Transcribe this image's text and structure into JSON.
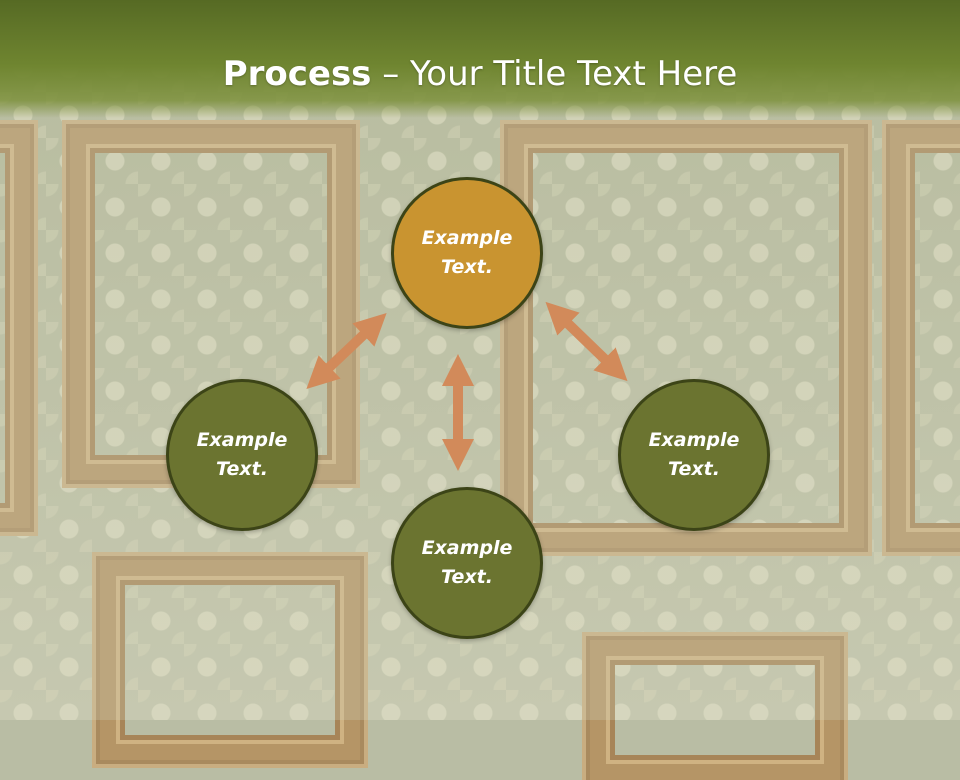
{
  "slide": {
    "title_bold": "Process",
    "title_rest": " – Your Title Text Here",
    "colors": {
      "header": "#6f8530",
      "accent_circle": "#c99430",
      "circle": "#6b7430",
      "arrow": "#d28a5a"
    }
  },
  "nodes": [
    {
      "id": "top",
      "label": "Example\nText."
    },
    {
      "id": "left",
      "label": "Example\nText."
    },
    {
      "id": "right",
      "label": "Example\nText."
    },
    {
      "id": "bottom",
      "label": "Example\nText."
    }
  ]
}
